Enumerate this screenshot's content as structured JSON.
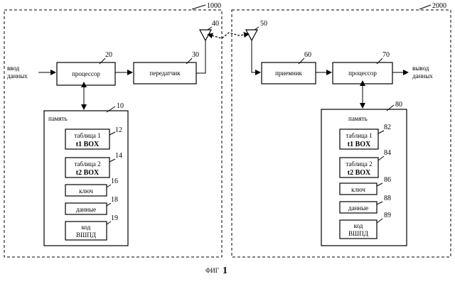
{
  "left": {
    "ref": "1000",
    "input_label_1": "ввод",
    "input_label_2": "данных",
    "processor": {
      "label": "процессор",
      "ref": "20"
    },
    "transmitter": {
      "label": "передатчик",
      "ref": "30"
    },
    "antenna_ref": "40",
    "memory": {
      "label": "память",
      "ref": "10",
      "table1": {
        "line1": "таблица 1",
        "line2": "t1 BOX",
        "ref": "12"
      },
      "table2": {
        "line1": "таблица 2",
        "line2": "t2 BOX",
        "ref": "14"
      },
      "key": {
        "label": "ключ",
        "ref": "16"
      },
      "data": {
        "label": "данные",
        "ref": "18"
      },
      "code": {
        "line1": "код",
        "line2": "ВШПД",
        "ref": "19"
      }
    }
  },
  "right": {
    "ref": "2000",
    "antenna_ref": "50",
    "receiver": {
      "label": "приемник",
      "ref": "60"
    },
    "processor": {
      "label": "процессор",
      "ref": "70"
    },
    "output_label_1": "вывод",
    "output_label_2": "данных",
    "memory": {
      "label": "память",
      "ref": "80",
      "table1": {
        "line1": "таблица 1",
        "line2": "t1 BOX",
        "ref": "82"
      },
      "table2": {
        "line1": "таблица 2",
        "line2": "t2 BOX",
        "ref": "84"
      },
      "key": {
        "label": "ключ",
        "ref": "86"
      },
      "data": {
        "label": "данные",
        "ref": "88"
      },
      "code": {
        "line1": "код",
        "line2": "ВШПД",
        "ref": "89"
      }
    }
  },
  "caption": {
    "prefix": "ФИГ",
    "number": "1"
  }
}
